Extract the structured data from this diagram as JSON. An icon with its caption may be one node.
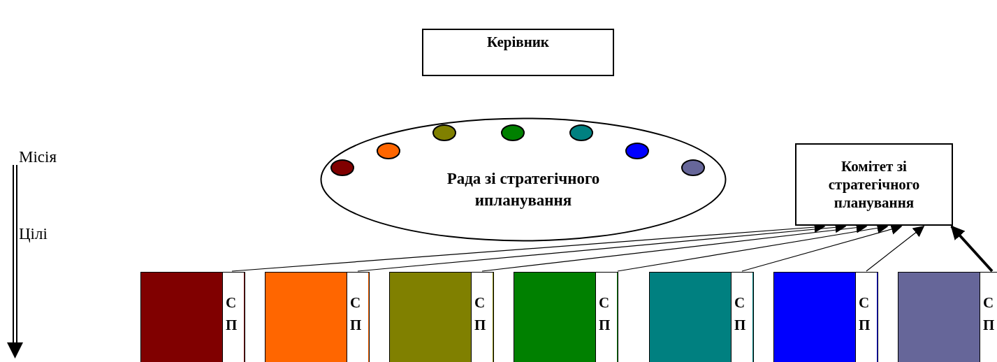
{
  "diagram": {
    "nodes": [
      {
        "text": [
          "Керівник"
        ]
      },
      {
        "text": [
          "Рада зі стратегічного ипланування"
        ]
      },
      {
        "text": [],
        "shape": "circle",
        "in": 1
      },
      {
        "text": [],
        "shape": "circle",
        "in": 1
      },
      {
        "text": [],
        "shape": "circle",
        "in": 1
      },
      {
        "text": [],
        "shape": "circle",
        "in": 1
      },
      {
        "text": [],
        "shape": "circle",
        "in": 1
      },
      {
        "text": [],
        "shape": "circle",
        "in": 1
      },
      {
        "text": [],
        "shape": "circle",
        "in": 1
      },
      {
        "text": [
          "Комітет зі стратегічного планування"
        ]
      },
      {
        "text": [
          "С П"
        ]
      },
      {
        "text": [
          "С П"
        ]
      },
      {
        "text": [
          "С П"
        ]
      },
      {
        "text": [
          "С П"
        ]
      },
      {
        "text": [
          "С П"
        ]
      },
      {
        "text": [
          "С П"
        ]
      },
      {
        "text": [
          "С П"
        ]
      }
    ],
    "edges": [
      {
        "from": 10,
        "to": 9,
        "arrow": "to"
      },
      {
        "from": 11,
        "to": 9,
        "arrow": "to"
      },
      {
        "from": 12,
        "to": 9,
        "arrow": "to"
      },
      {
        "from": 13,
        "to": 9,
        "arrow": "to"
      },
      {
        "from": 14,
        "to": 9,
        "arrow": "to"
      },
      {
        "from": 15,
        "to": 9,
        "arrow": "to"
      },
      {
        "from": 16,
        "to": 9,
        "arrow": "to",
        "style": "thick"
      }
    ],
    "labels": [
      "Місія",
      "Цілі"
    ]
  }
}
